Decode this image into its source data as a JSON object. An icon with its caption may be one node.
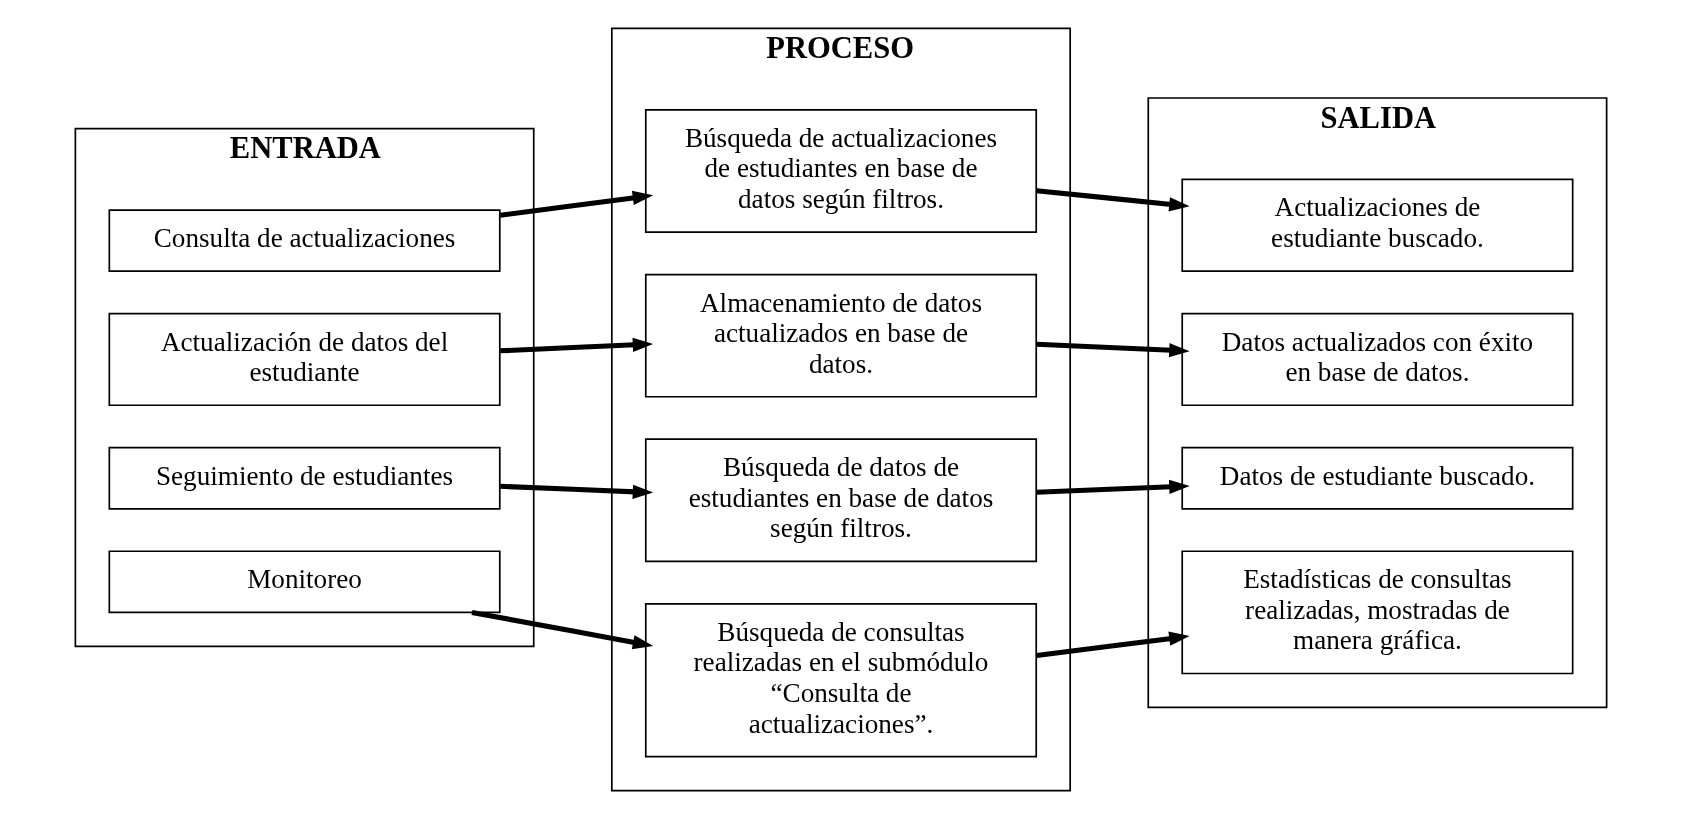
{
  "diagram": {
    "nodes": [
      {
        "text": [
          "ENTRADA"
        ]
      },
      {
        "text": [
          "Consulta de actualizaciones"
        ],
        "in": 0
      },
      {
        "text": [
          "Actualización de datos del estudiante"
        ],
        "in": 0
      },
      {
        "text": [
          "Seguimiento de estudiantes"
        ],
        "in": 0
      },
      {
        "text": [
          "Monitoreo"
        ],
        "in": 0
      },
      {
        "text": [
          "PROCESO"
        ]
      },
      {
        "text": [
          "Búsqueda de actualizaciones de estudiantes en base de datos según filtros."
        ],
        "in": 5
      },
      {
        "text": [
          "Almacenamiento de datos actualizados en base de datos."
        ],
        "in": 5
      },
      {
        "text": [
          "Búsqueda de datos de estudiantes en base de datos según filtros."
        ],
        "in": 5
      },
      {
        "text": [
          "Búsqueda de consultas realizadas en el submódulo “Consulta de actualizaciones”."
        ],
        "in": 5
      },
      {
        "text": [
          "SALIDA"
        ]
      },
      {
        "text": [
          "Actualizaciones de estudiante buscado."
        ],
        "in": 10
      },
      {
        "text": [
          "Datos actualizados con éxito en base de datos."
        ],
        "in": 10
      },
      {
        "text": [
          "Datos de estudiante buscado."
        ],
        "in": 10
      },
      {
        "text": [
          "Estadísticas de consultas realizadas, mostradas de manera gráfica."
        ],
        "in": 10
      }
    ],
    "edges": [
      {
        "from": 1,
        "to": 6,
        "arrow": "to"
      },
      {
        "from": 2,
        "to": 7,
        "arrow": "to"
      },
      {
        "from": 3,
        "to": 8,
        "arrow": "to"
      },
      {
        "from": 4,
        "to": 9,
        "arrow": "to"
      },
      {
        "from": 6,
        "to": 11,
        "arrow": "to"
      },
      {
        "from": 7,
        "to": 12,
        "arrow": "to"
      },
      {
        "from": 8,
        "to": 13,
        "arrow": "to"
      },
      {
        "from": 9,
        "to": 14,
        "arrow": "to"
      }
    ]
  }
}
